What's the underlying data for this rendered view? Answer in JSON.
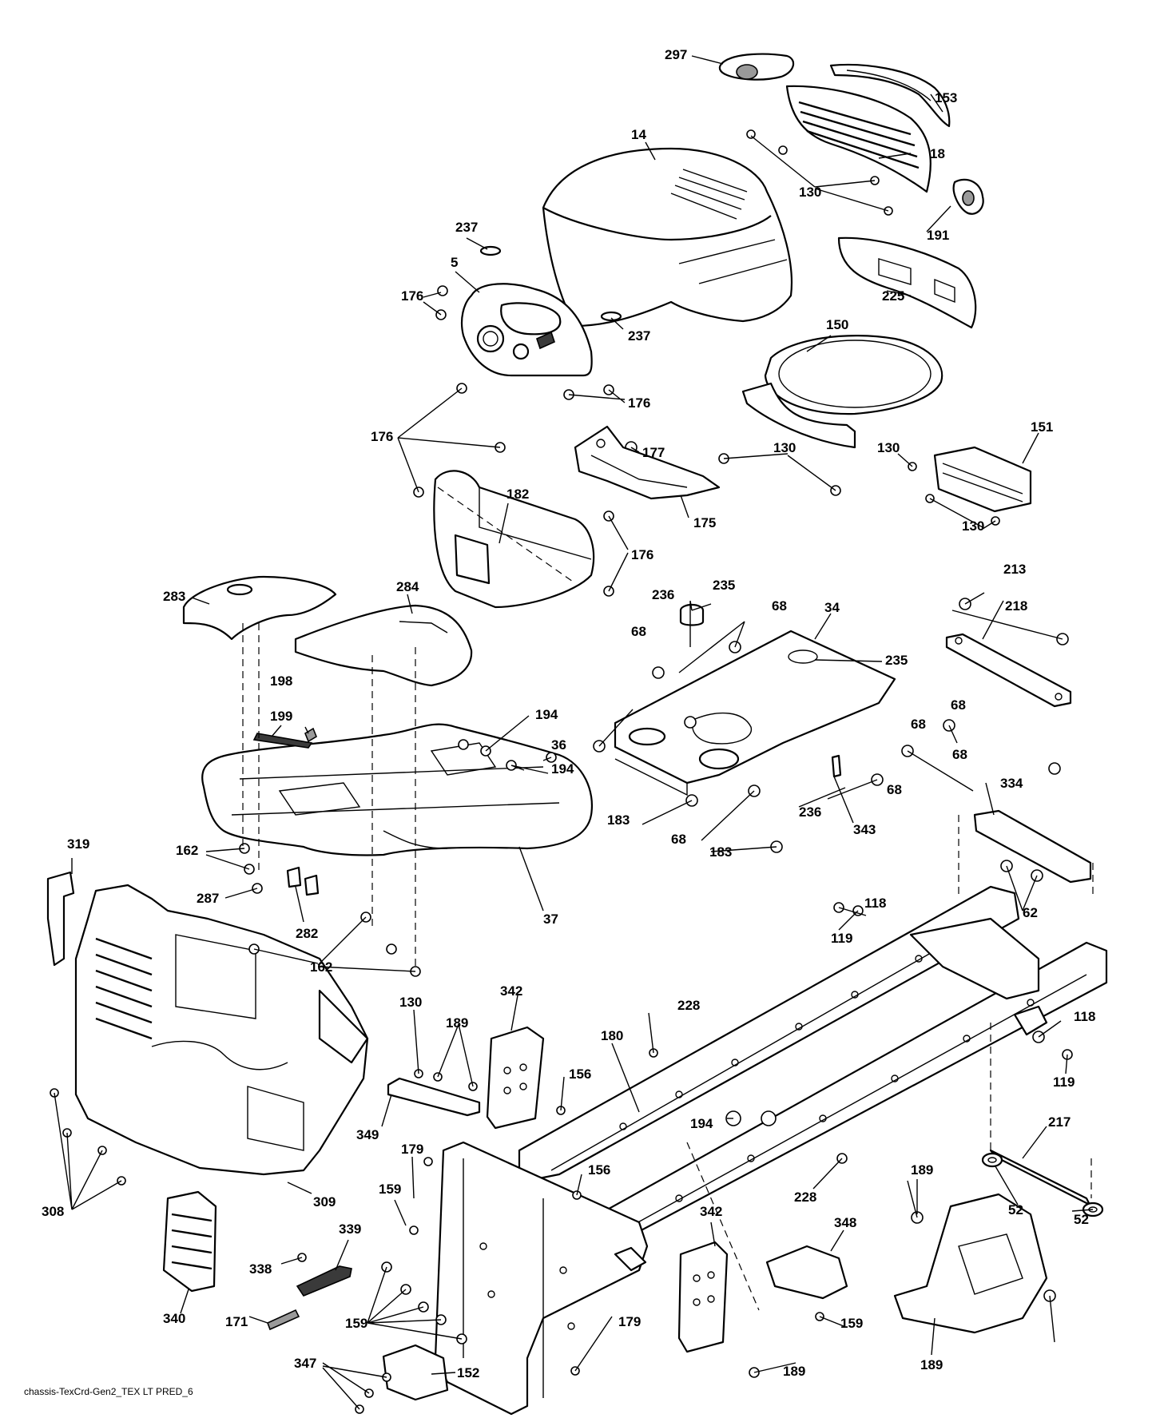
{
  "caption": "chassis-TexCrd-Gen2_TEX LT PRED_6",
  "callouts": [
    "297",
    "153",
    "18",
    "14",
    "130",
    "191",
    "237",
    "5",
    "176",
    "237",
    "225",
    "150",
    "176",
    "176",
    "177",
    "182",
    "130",
    "130",
    "151",
    "175",
    "130",
    "176",
    "283",
    "284",
    "236",
    "235",
    "68",
    "34",
    "213",
    "218",
    "235",
    "68",
    "198",
    "194",
    "199",
    "36",
    "194",
    "68",
    "68",
    "68",
    "236",
    "343",
    "183",
    "68",
    "183",
    "68",
    "334",
    "319",
    "162",
    "287",
    "282",
    "37",
    "62",
    "162",
    "118",
    "119",
    "130",
    "342",
    "189",
    "228",
    "180",
    "156",
    "118",
    "119",
    "349",
    "194",
    "179",
    "217",
    "156",
    "228",
    "189",
    "159",
    "309",
    "52",
    "52",
    "308",
    "339",
    "342",
    "348",
    "338",
    "340",
    "171",
    "159",
    "179",
    "159",
    "189",
    "347",
    "152",
    "189"
  ]
}
